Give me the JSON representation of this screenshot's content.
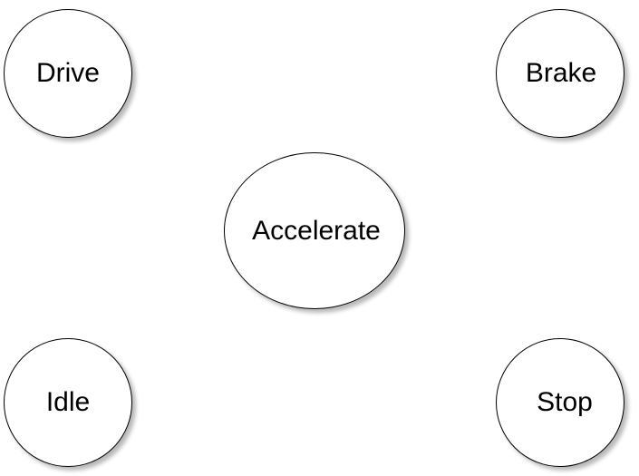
{
  "diagram": {
    "nodes": {
      "drive": "Drive",
      "brake": "Brake",
      "accelerate": "Accelerate",
      "idle": "Idle",
      "stop": "Stop"
    }
  }
}
